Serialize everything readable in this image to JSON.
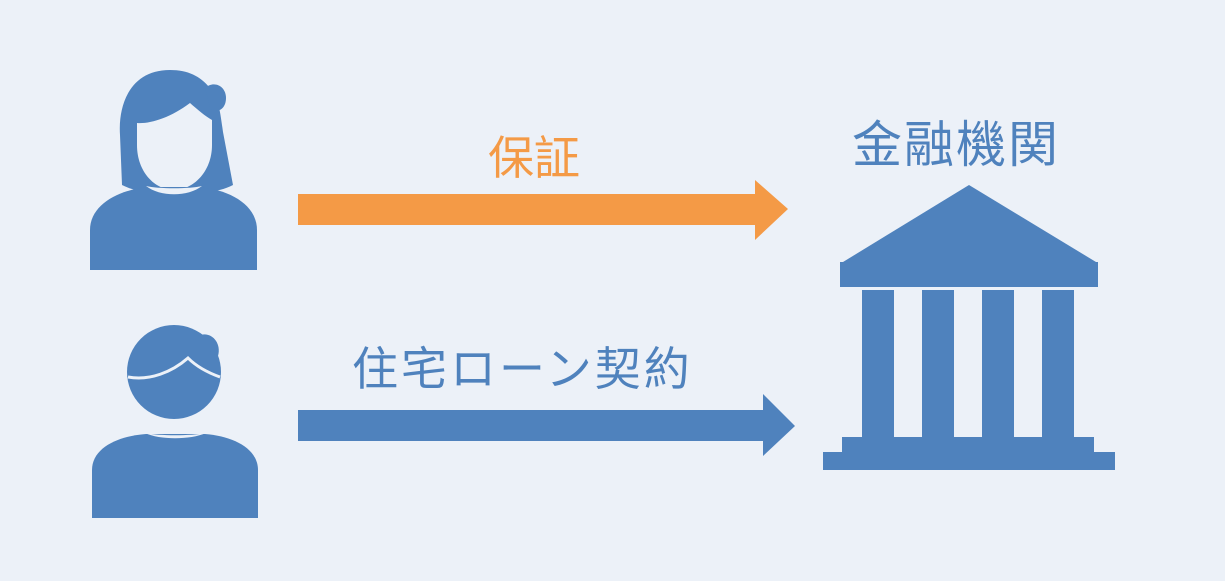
{
  "labels": {
    "guarantee": "保証",
    "loan_contract": "住宅ローン契約",
    "financial_institution": "金融機関"
  },
  "colors": {
    "background": "#ecf1f8",
    "blue": "#4f82bd",
    "orange": "#f49a46"
  },
  "icons": {
    "guarantor": "woman-person-icon",
    "borrower": "man-person-icon",
    "institution": "bank-building-icon"
  }
}
